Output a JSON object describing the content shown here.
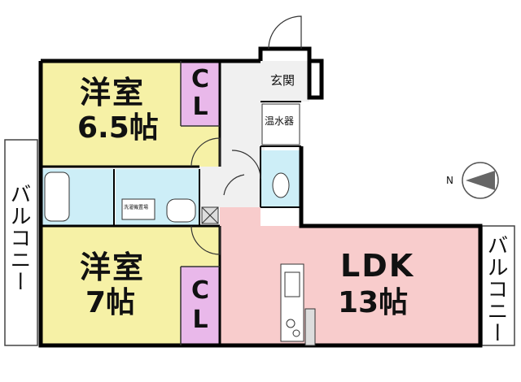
{
  "rooms": {
    "western_room_1": {
      "name": "洋室",
      "size": "6.5帖"
    },
    "western_room_2": {
      "name": "洋室",
      "size": "7帖"
    },
    "ldk": {
      "name": "LDK",
      "size": "13帖"
    }
  },
  "closets": {
    "closet_1": {
      "c": "C",
      "l": "L"
    },
    "closet_2": {
      "c": "C",
      "l": "L"
    }
  },
  "balconies": {
    "left": "バルコニー",
    "right": "バルコニー"
  },
  "entrance": "玄関",
  "water_heater": "温水器",
  "washer_area": "洗濯機置場",
  "compass": {
    "label": "N"
  },
  "colors": {
    "western_room": "#f6f1a6",
    "closet": "#e9b8ea",
    "ldk": "#f8cccc",
    "wet_area": "#cdeef7",
    "hall": "#f0f0f0",
    "wall": "#000000"
  }
}
